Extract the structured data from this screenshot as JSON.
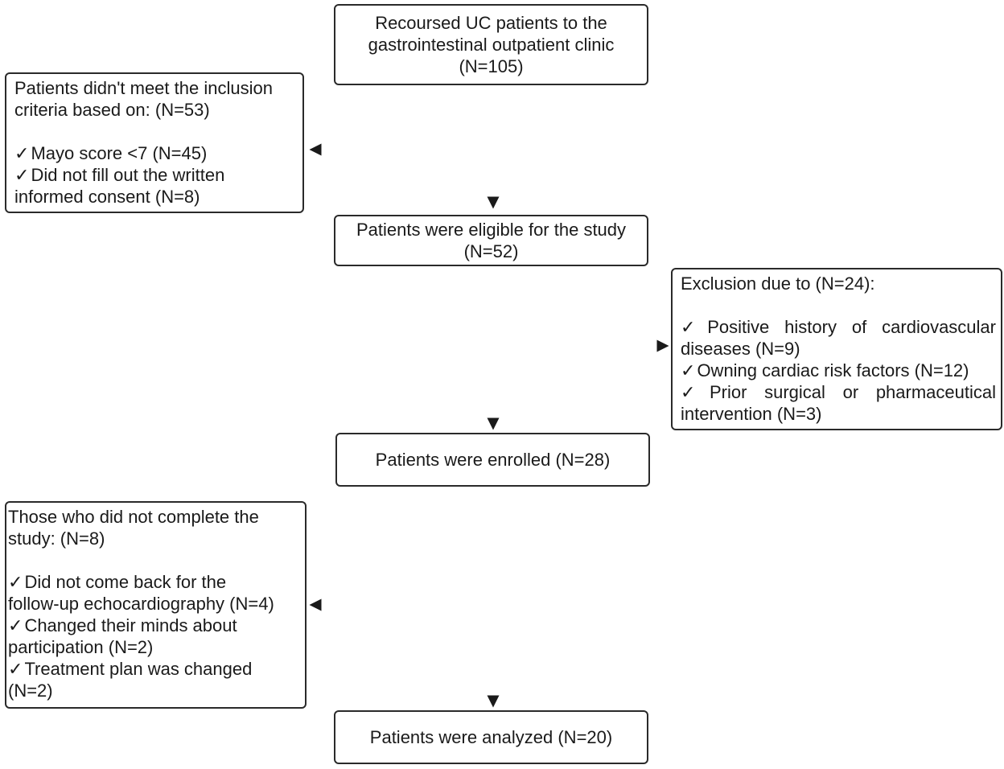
{
  "boxes": {
    "recoursed": {
      "lines": [
        "Recoursed UC patients to the",
        "gastrointestinal outpatient clinic",
        "(N=105)"
      ]
    },
    "not_meet": {
      "heading": [
        "Patients didn't meet the inclusion",
        "criteria based on: (N=53)"
      ],
      "items": [
        [
          "Mayo score <7 (N=45)"
        ],
        [
          "Did not fill out the written",
          "informed consent (N=8)"
        ]
      ]
    },
    "eligible": {
      "lines": [
        "Patients were eligible for the study",
        "(N=52)"
      ]
    },
    "exclusion": {
      "heading": [
        "Exclusion due to (N=24):"
      ],
      "items": [
        [
          "Positive history of cardiovascular",
          "diseases (N=9)"
        ],
        [
          "Owning cardiac risk factors (N=12)"
        ],
        [
          "Prior surgical or pharmaceutical",
          "intervention (N=3)"
        ]
      ]
    },
    "enrolled": {
      "lines": [
        "Patients were enrolled (N=28)"
      ]
    },
    "not_complete": {
      "heading": [
        "Those who did not complete the",
        "study: (N=8)"
      ],
      "items": [
        [
          "Did not come back for the",
          "follow-up echocardiography (N=4)"
        ],
        [
          "Changed their minds about",
          "participation (N=2)"
        ],
        [
          "Treatment plan was changed",
          "(N=2)"
        ]
      ]
    },
    "analyzed": {
      "lines": [
        "Patients were analyzed (N=20)"
      ]
    }
  },
  "check_mark": "✓",
  "colors": {
    "border": "#2a2a2a",
    "arrow": "#1a1a1a",
    "text": "#1a1a1a",
    "background": "#ffffff"
  }
}
